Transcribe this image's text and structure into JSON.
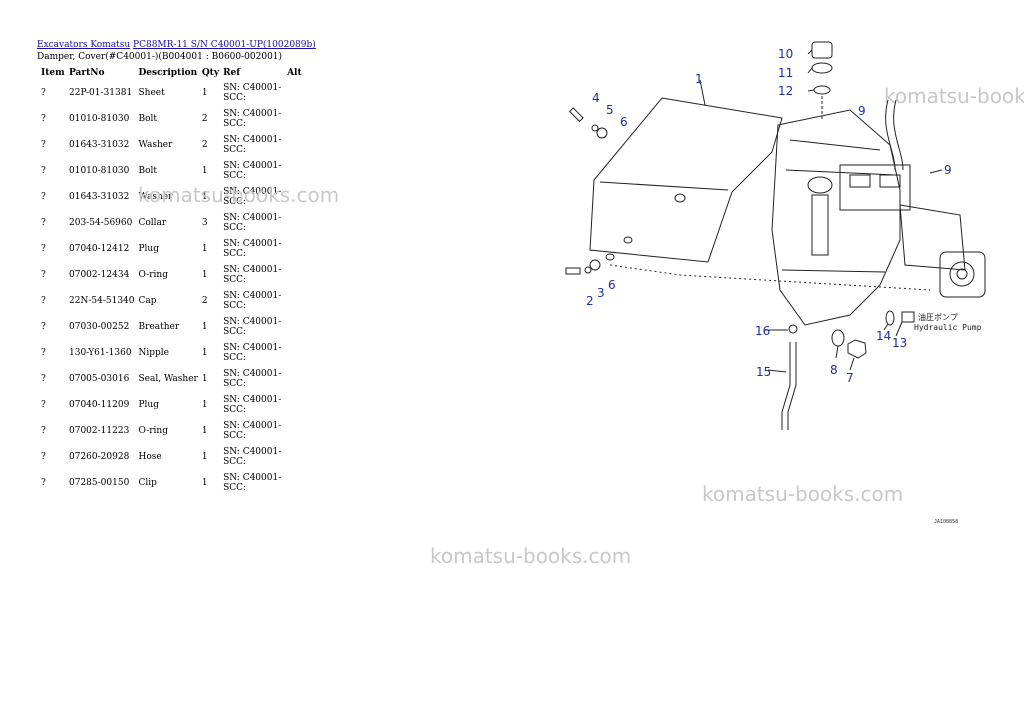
{
  "breadcrumb": {
    "link1": "Excavators Komatsu",
    "link2": "PC88MR-11 S/N C40001-UP(1002089b)"
  },
  "subtitle": "Damper, Cover(#C40001-)(B004001 : B0600-002001)",
  "table": {
    "headers": [
      "Item",
      "PartNo",
      "Description",
      "Qty",
      "Ref",
      "Alt"
    ],
    "rows": [
      {
        "item": "?",
        "part": "22P-01-31381",
        "desc": "Sheet",
        "qty": "1",
        "ref": "SN: C40001-SCC:"
      },
      {
        "item": "?",
        "part": "01010-81030",
        "desc": "Bolt",
        "qty": "2",
        "ref": "SN: C40001-SCC:"
      },
      {
        "item": "?",
        "part": "01643-31032",
        "desc": "Washer",
        "qty": "2",
        "ref": "SN: C40001-SCC:"
      },
      {
        "item": "?",
        "part": "01010-81030",
        "desc": "Bolt",
        "qty": "1",
        "ref": "SN: C40001-SCC:"
      },
      {
        "item": "?",
        "part": "01643-31032",
        "desc": "Washer",
        "qty": "1",
        "ref": "SN: C40001-SCC:"
      },
      {
        "item": "?",
        "part": "203-54-56960",
        "desc": "Collar",
        "qty": "3",
        "ref": "SN: C40001-SCC:"
      },
      {
        "item": "?",
        "part": "07040-12412",
        "desc": "Plug",
        "qty": "1",
        "ref": "SN: C40001-SCC:"
      },
      {
        "item": "?",
        "part": "07002-12434",
        "desc": "O-ring",
        "qty": "1",
        "ref": "SN: C40001-SCC:"
      },
      {
        "item": "?",
        "part": "22N-54-51340",
        "desc": "Cap",
        "qty": "2",
        "ref": "SN: C40001-SCC:"
      },
      {
        "item": "?",
        "part": "07030-00252",
        "desc": "Breather",
        "qty": "1",
        "ref": "SN: C40001-SCC:"
      },
      {
        "item": "?",
        "part": "130-Y61-1360",
        "desc": "Nipple",
        "qty": "1",
        "ref": "SN: C40001-SCC:"
      },
      {
        "item": "?",
        "part": "07005-03016",
        "desc": "Seal, Washer",
        "qty": "1",
        "ref": "SN: C40001-SCC:"
      },
      {
        "item": "?",
        "part": "07040-11209",
        "desc": "Plug",
        "qty": "1",
        "ref": "SN: C40001-SCC:"
      },
      {
        "item": "?",
        "part": "07002-11223",
        "desc": "O-ring",
        "qty": "1",
        "ref": "SN: C40001-SCC:"
      },
      {
        "item": "?",
        "part": "07260-20928",
        "desc": "Hose",
        "qty": "1",
        "ref": "SN: C40001-SCC:"
      },
      {
        "item": "?",
        "part": "07285-00150",
        "desc": "Clip",
        "qty": "1",
        "ref": "SN: C40001-SCC:"
      }
    ]
  },
  "watermark": "komatsu-books.com",
  "diagram": {
    "callouts": [
      "1",
      "2",
      "3",
      "4",
      "5",
      "6",
      "6",
      "7",
      "8",
      "9",
      "9",
      "10",
      "11",
      "12",
      "13",
      "14",
      "15",
      "16"
    ],
    "pump_label_jp": "油圧ポンプ",
    "pump_label_en": "Hydraulic Pump",
    "drawing_code": "JA108858",
    "callout_color": "#1b2fa8"
  }
}
